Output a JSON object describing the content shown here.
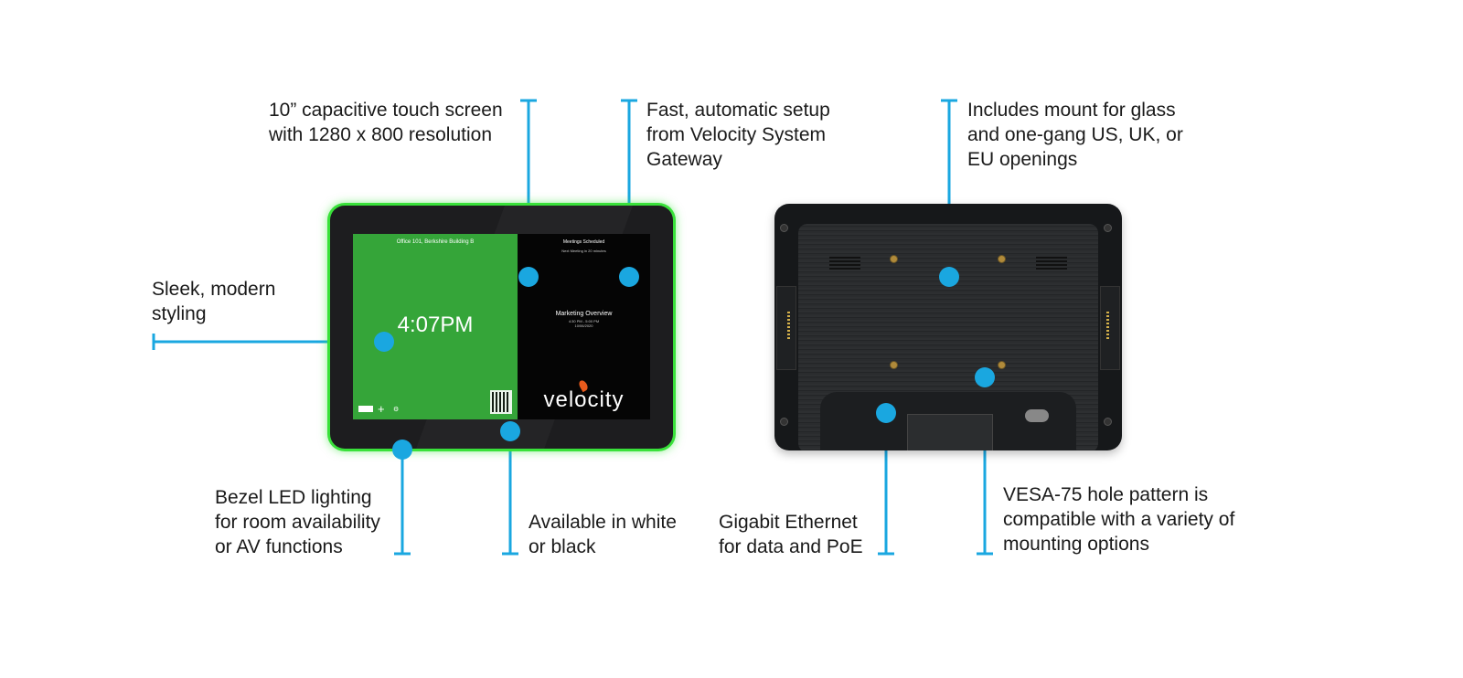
{
  "annotations": {
    "touch_screen": [
      "10” capacitive touch screen",
      "with 1280 x 800 resolution"
    ],
    "setup": [
      "Fast, automatic setup",
      "from Velocity System",
      "Gateway"
    ],
    "mount": [
      "Includes mount for glass",
      "and one-gang US, UK, or",
      "EU openings"
    ],
    "styling": [
      "Sleek, modern",
      "styling"
    ],
    "led": [
      "Bezel LED lighting",
      "for room availability",
      "or AV functions"
    ],
    "colors": [
      "Available in white",
      "or black"
    ],
    "ethernet": [
      "Gigabit Ethernet",
      "for data and PoE"
    ],
    "vesa": [
      "VESA-75 hole pattern is",
      "compatible with a variety of",
      "mounting options"
    ]
  },
  "screen": {
    "room": "Office 101, Berkshire Building B",
    "time": "4:07PM",
    "meetings_title": "Meetings Scheduled",
    "next_meeting": "Next Meeting in 20 minutes",
    "event_title": "Marketing Overview",
    "event_time": "4:30 PM - 5:00 PM",
    "event_date": "10/06/2020",
    "logo": "velocity"
  },
  "colors": {
    "accent": "#1aa7e0",
    "led": "#39e13a",
    "room_free": "#35a539"
  }
}
